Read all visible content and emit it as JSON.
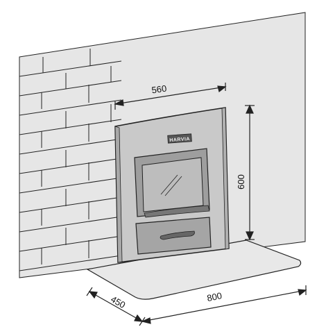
{
  "diagram": {
    "dimensions": {
      "width": "560",
      "height": "600",
      "depth": "450",
      "base_width": "800"
    },
    "brand": {
      "logo_text": "HARVIA"
    },
    "colors": {
      "wall": "#e6e6e6",
      "stroke": "#222222",
      "stove_frame": "#c9c9c9",
      "stove_inner": "#9e9e9e",
      "glass": "#bdbdbd",
      "floor_plate": "#e8e8e8"
    }
  }
}
